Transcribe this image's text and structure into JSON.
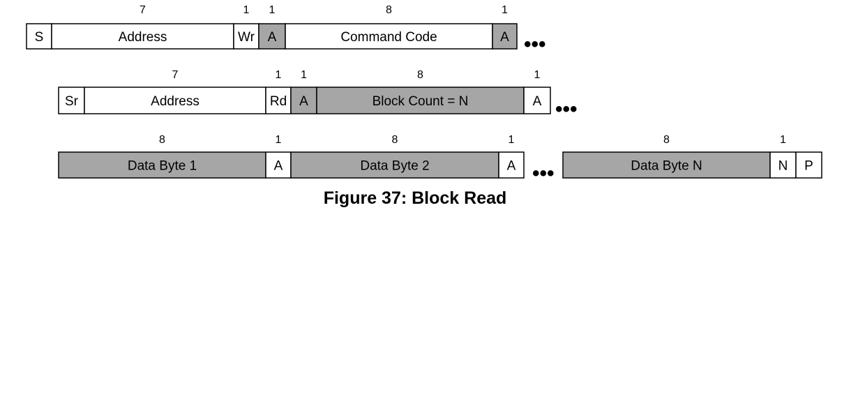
{
  "colors": {
    "shaded": "#a6a6a6",
    "plain": "#ffffff",
    "border": "#000000"
  },
  "rows": [
    {
      "fields": [
        {
          "label": "S",
          "bits": "",
          "shaded": false
        },
        {
          "label": "Address",
          "bits": "7",
          "shaded": false
        },
        {
          "label": "Wr",
          "bits": "1",
          "shaded": false
        },
        {
          "label": "A",
          "bits": "1",
          "shaded": true
        },
        {
          "label": "Command Code",
          "bits": "8",
          "shaded": false
        },
        {
          "label": "A",
          "bits": "1",
          "shaded": true
        }
      ],
      "continuation": "•••"
    },
    {
      "fields": [
        {
          "label": "Sr",
          "bits": "",
          "shaded": false
        },
        {
          "label": "Address",
          "bits": "7",
          "shaded": false
        },
        {
          "label": "Rd",
          "bits": "1",
          "shaded": false
        },
        {
          "label": "A",
          "bits": "1",
          "shaded": true
        },
        {
          "label": "Block Count = N",
          "bits": "8",
          "shaded": true
        },
        {
          "label": "A",
          "bits": "1",
          "shaded": false
        }
      ],
      "continuation": "•••"
    },
    {
      "fields": [
        {
          "label": "Data Byte 1",
          "bits": "8",
          "shaded": true
        },
        {
          "label": "A",
          "bits": "1",
          "shaded": false
        },
        {
          "label": "Data Byte 2",
          "bits": "8",
          "shaded": true
        },
        {
          "label": "A",
          "bits": "1",
          "shaded": false
        },
        {
          "label": "Data Byte N",
          "bits": "8",
          "shaded": true
        },
        {
          "label": "N",
          "bits": "1",
          "shaded": false
        },
        {
          "label": "P",
          "bits": "",
          "shaded": false
        }
      ],
      "gap": "•••"
    }
  ],
  "caption": "Figure 37: Block Read"
}
